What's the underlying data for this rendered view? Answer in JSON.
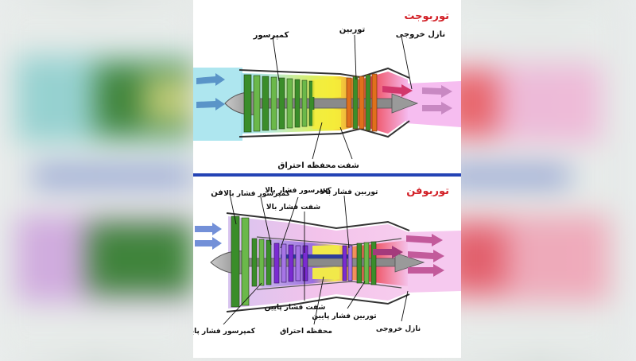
{
  "turbojet": {
    "title": "توربوجت",
    "labels": {
      "compressor": "کمپرسور",
      "turbine": "توربین",
      "nozzle": "نازل خروجی",
      "shaft": "شفت",
      "combustion": "محفظه احتراق"
    }
  },
  "turbofan": {
    "title": "توربوفن",
    "labels": {
      "fan": "فن",
      "hp_compressor": "کمپرسور فشار بالا",
      "hp_shaft": "شفت فشار بالا",
      "hp_turbine": "توربین فشار بالا",
      "lp_compressor": "کمپرسور فشار پایین",
      "lp_shaft": "شفت فشار پایین",
      "combustion": "محفظه احتراق",
      "lp_turbine": "توربین فشار پایین",
      "nozzle": "نازل خروجی"
    }
  },
  "colors": {
    "title_red": "#d21f26",
    "divider_blue": "#2443b5",
    "compressor_green": "#2f8a23",
    "hp_compressor_purple": "#7a2bd1",
    "combustion_yellow": "#f3ea38",
    "turbine_orange": "#e0701c",
    "exhaust_red": "#ef4b5a",
    "bypass_pink": "#f4bde9"
  }
}
